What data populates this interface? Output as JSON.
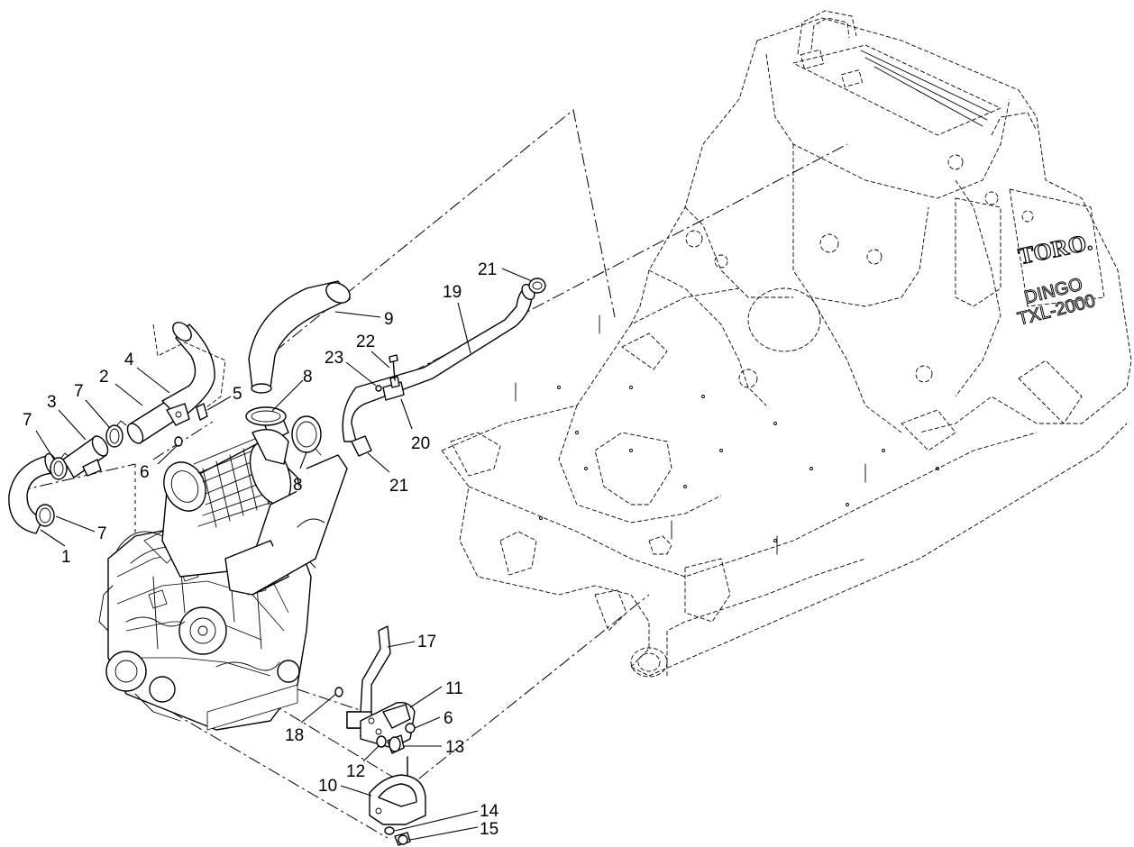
{
  "callouts": [
    {
      "id": "1",
      "label": "1"
    },
    {
      "id": "2",
      "label": "2"
    },
    {
      "id": "3",
      "label": "3"
    },
    {
      "id": "4",
      "label": "4"
    },
    {
      "id": "5",
      "label": "5"
    },
    {
      "id": "6a",
      "label": "6"
    },
    {
      "id": "6b",
      "label": "6"
    },
    {
      "id": "7a",
      "label": "7"
    },
    {
      "id": "7b",
      "label": "7"
    },
    {
      "id": "7c",
      "label": "7"
    },
    {
      "id": "8a",
      "label": "8"
    },
    {
      "id": "8b",
      "label": "8"
    },
    {
      "id": "9",
      "label": "9"
    },
    {
      "id": "10",
      "label": "10"
    },
    {
      "id": "11",
      "label": "11"
    },
    {
      "id": "12",
      "label": "12"
    },
    {
      "id": "13",
      "label": "13"
    },
    {
      "id": "14",
      "label": "14"
    },
    {
      "id": "15",
      "label": "15"
    },
    {
      "id": "17",
      "label": "17"
    },
    {
      "id": "18",
      "label": "18"
    },
    {
      "id": "19",
      "label": "19"
    },
    {
      "id": "20",
      "label": "20"
    },
    {
      "id": "21a",
      "label": "21"
    },
    {
      "id": "21b",
      "label": "21"
    },
    {
      "id": "22",
      "label": "22"
    },
    {
      "id": "23",
      "label": "23"
    }
  ],
  "decals": {
    "brand": "TORO.",
    "model": "DINGO",
    "model_number": "TXL-2000"
  },
  "colors": {
    "ink": "#000000",
    "paper": "#ffffff"
  }
}
